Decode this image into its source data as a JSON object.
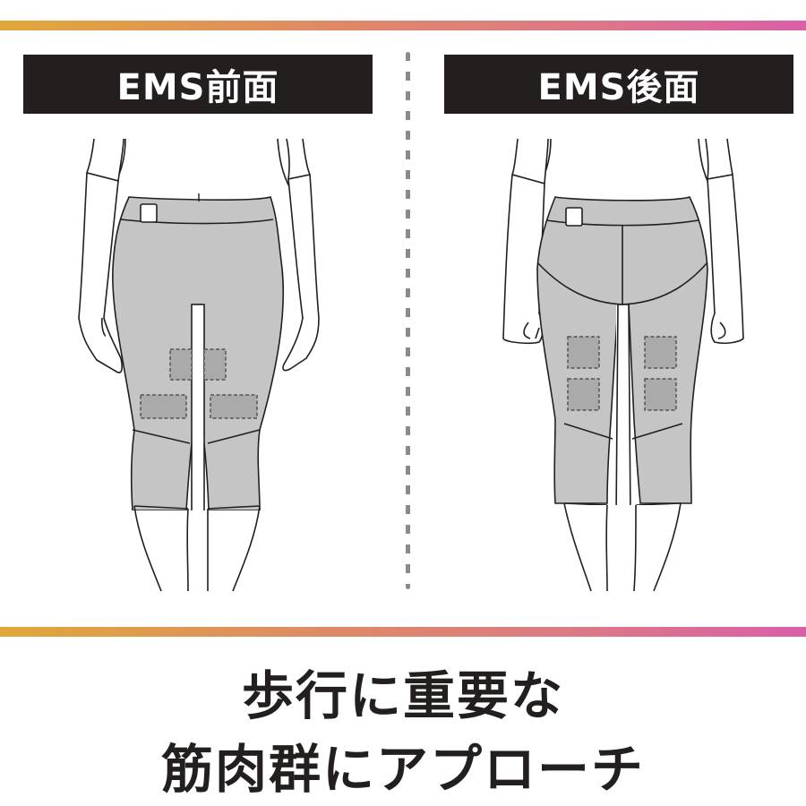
{
  "colors": {
    "gradient_start": "#dfa83a",
    "gradient_mid": "#dc7a84",
    "gradient_end": "#d95fa8",
    "label_bg": "#231f1f",
    "label_text": "#ffffff",
    "garment_fill": "#c5c5c5",
    "pad_fill": "#aaaaaa",
    "outline": "#231f1f",
    "headline_text": "#231f1f"
  },
  "panels": {
    "front": {
      "label": "EMS前面",
      "figure": "front-view-leggings-with-ems-pads",
      "pads": 4
    },
    "back": {
      "label": "EMS後面",
      "figure": "back-view-leggings-with-ems-pads",
      "pads": 4
    }
  },
  "headline": {
    "line1": "歩行に重要な",
    "line2": "筋肉群にアプローチ"
  }
}
